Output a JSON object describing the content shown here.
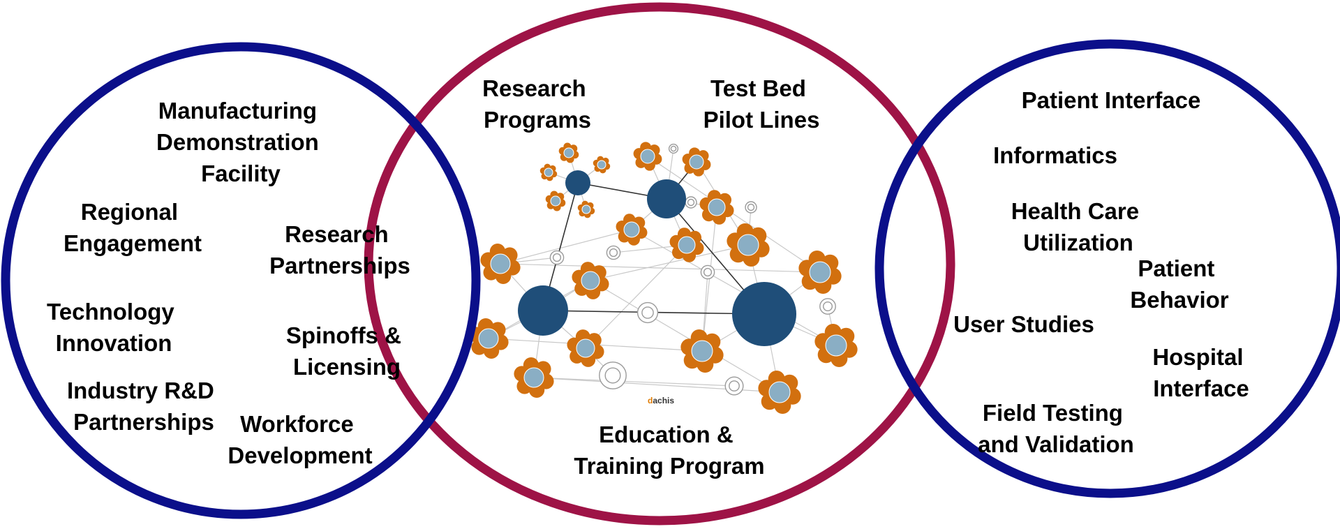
{
  "colors": {
    "left_circle": "#0b0f8a",
    "center_circle": "#9e1346",
    "right_circle": "#0b0f8a",
    "hub": "#1f4e79",
    "node_center": "#8aaec4",
    "petal": "#d2700f",
    "edge": "#c8c8c8",
    "edge_dark": "#333333",
    "ring": "#9a9a9a"
  },
  "left_labels": {
    "manufacturing": [
      "Manufacturing",
      "Demonstration",
      "Facility"
    ],
    "regional": [
      "Regional",
      "Engagement"
    ],
    "research_partnerships": [
      "Research",
      "Partnerships"
    ],
    "technology": [
      "Technology",
      "Innovation"
    ],
    "spinoffs": [
      "Spinoffs &",
      "Licensing"
    ],
    "industry": [
      "Industry R&D",
      "Partnerships"
    ],
    "workforce": [
      "Workforce",
      "Development"
    ]
  },
  "center_labels": {
    "research_programs": [
      "Research",
      "Programs"
    ],
    "test_bed": [
      "Test Bed",
      "Pilot Lines"
    ],
    "education": [
      "Education &",
      "Training Program"
    ]
  },
  "right_labels": {
    "patient_interface": [
      "Patient Interface"
    ],
    "informatics": [
      "Informatics"
    ],
    "health_care": [
      "Health Care",
      "Utilization"
    ],
    "patient_behavior": [
      "Patient",
      "Behavior"
    ],
    "user_studies": [
      "User Studies"
    ],
    "hospital": [
      "Hospital",
      "Interface"
    ],
    "field_testing": [
      "Field Testing",
      "and Validation"
    ]
  },
  "network_brand": {
    "prefix": "d",
    "rest": "achis",
    "prefix_color": "#e07b00",
    "rest_color": "#333333"
  }
}
